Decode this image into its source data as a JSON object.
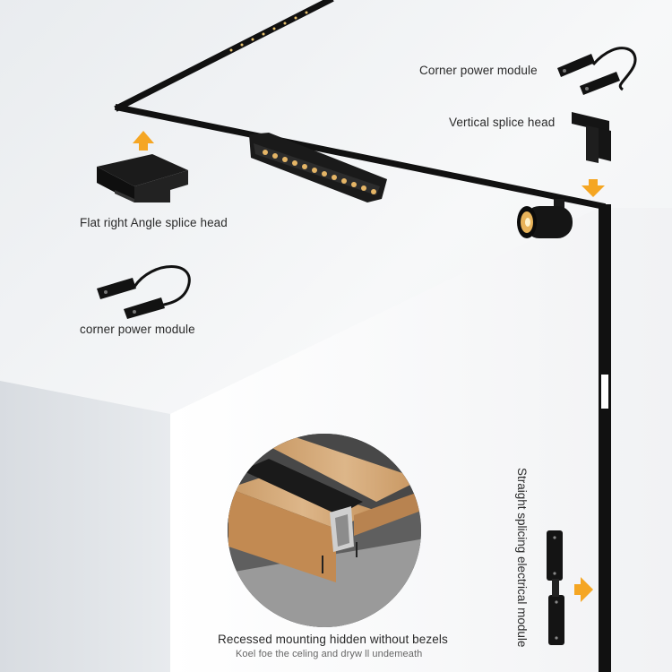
{
  "labels": {
    "corner_power_module_top": "Corner power module",
    "vertical_splice_head": "Vertical splice head",
    "flat_right_angle_splice_head": "Flat right Angle splice head",
    "corner_power_module_left": "corner power module",
    "straight_splicing_electrical_module": "Straight splicing electrical module",
    "recessed_mounting": "Recessed mounting hidden without bezels",
    "recessed_mounting_sub": "Koel foe the celing and dryw ll undemeath"
  },
  "colors": {
    "arrow": "#f5a623",
    "track": "#111111",
    "wall_light": "#f4f6f8",
    "wall_shade": "#d9dde2",
    "wood": "#d2a777"
  }
}
